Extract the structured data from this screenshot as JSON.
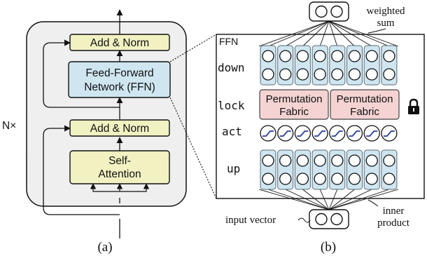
{
  "panel_a": {
    "repeat_label": "N×",
    "add_norm_top": "Add & Norm",
    "ffn_line1": "Feed-Forward",
    "ffn_line2": "Network (FFN)",
    "add_norm_bottom": "Add & Norm",
    "attn_line1": "Self-",
    "attn_line2": "Attention",
    "caption": "(a)"
  },
  "panel_b": {
    "title": "FFN",
    "row_down": "down",
    "row_lock": "lock",
    "row_act": "act",
    "row_up": "up",
    "perm_line1": "Permutation",
    "perm_line2": "Fabric",
    "weighted_line1": "weighted",
    "weighted_line2": "sum",
    "input_label": "input vector",
    "inner_line1": "inner",
    "inner_line2": "product",
    "caption": "(b)",
    "lock_icon": "padlock-icon"
  },
  "colors": {
    "yellow_fill": "#f1f1c2",
    "blue_fill": "#cfe6f1",
    "red_fill": "#f5d3d3",
    "panel_grey": "#efefef",
    "curve_blue": "#2a3d9c"
  }
}
